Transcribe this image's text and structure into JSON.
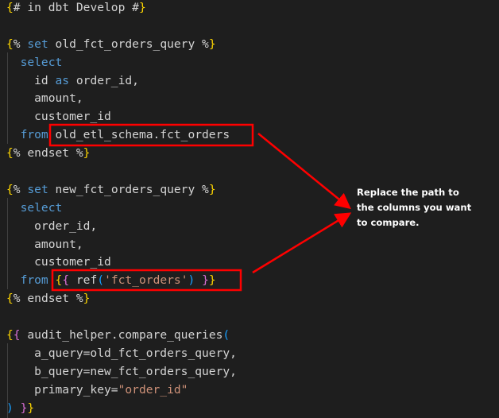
{
  "code_lines": [
    [
      [
        "{",
        "y"
      ],
      [
        "# in dbt Develop #",
        "t"
      ],
      [
        "}",
        "y"
      ]
    ],
    [],
    [
      [
        "{",
        "y"
      ],
      [
        "% ",
        "t"
      ],
      [
        "set ",
        "k"
      ],
      [
        "old_fct_orders_query %",
        "t"
      ],
      [
        "}",
        "y"
      ]
    ],
    [
      [
        "  select",
        "k"
      ]
    ],
    [
      [
        "    id ",
        "t"
      ],
      [
        "as ",
        "k"
      ],
      [
        "order_id,",
        "t"
      ]
    ],
    [
      [
        "    amount,",
        "t"
      ]
    ],
    [
      [
        "    customer_id",
        "t"
      ]
    ],
    [
      [
        "  from ",
        "k"
      ],
      [
        "old_etl_schema.fct_orders",
        "t"
      ]
    ],
    [
      [
        "{",
        "y"
      ],
      [
        "% endset %",
        "t"
      ],
      [
        "}",
        "y"
      ]
    ],
    [],
    [
      [
        "{",
        "y"
      ],
      [
        "% ",
        "t"
      ],
      [
        "set ",
        "k"
      ],
      [
        "new_fct_orders_query %",
        "t"
      ],
      [
        "}",
        "y"
      ]
    ],
    [
      [
        "  select",
        "k"
      ]
    ],
    [
      [
        "    order_id,",
        "t"
      ]
    ],
    [
      [
        "    amount,",
        "t"
      ]
    ],
    [
      [
        "    customer_id",
        "t"
      ]
    ],
    [
      [
        "  from ",
        "k"
      ],
      [
        "{",
        "y"
      ],
      [
        "{",
        "p"
      ],
      [
        " ref",
        "t"
      ],
      [
        "(",
        "b"
      ],
      [
        "'fct_orders'",
        "s"
      ],
      [
        ")",
        "b"
      ],
      [
        " ",
        "t"
      ],
      [
        "}",
        "p"
      ],
      [
        "}",
        "y"
      ]
    ],
    [
      [
        "{",
        "y"
      ],
      [
        "% endset %",
        "t"
      ],
      [
        "}",
        "y"
      ]
    ],
    [],
    [
      [
        "{",
        "y"
      ],
      [
        "{",
        "p"
      ],
      [
        " audit_helper.compare_queries",
        "t"
      ],
      [
        "(",
        "b"
      ]
    ],
    [
      [
        "    a_query=old_fct_orders_query,",
        "t"
      ]
    ],
    [
      [
        "    b_query=new_fct_orders_query,",
        "t"
      ]
    ],
    [
      [
        "    primary_key=",
        "t"
      ],
      [
        "\"order_id\"",
        "s"
      ]
    ],
    [
      [
        ")",
        "b"
      ],
      [
        " ",
        "t"
      ],
      [
        "}",
        "p"
      ],
      [
        "}",
        "y"
      ]
    ]
  ],
  "annotation": {
    "lines": [
      "Replace the path to",
      "the columns you want",
      "to compare."
    ],
    "highlight_color": "#ff0000"
  }
}
